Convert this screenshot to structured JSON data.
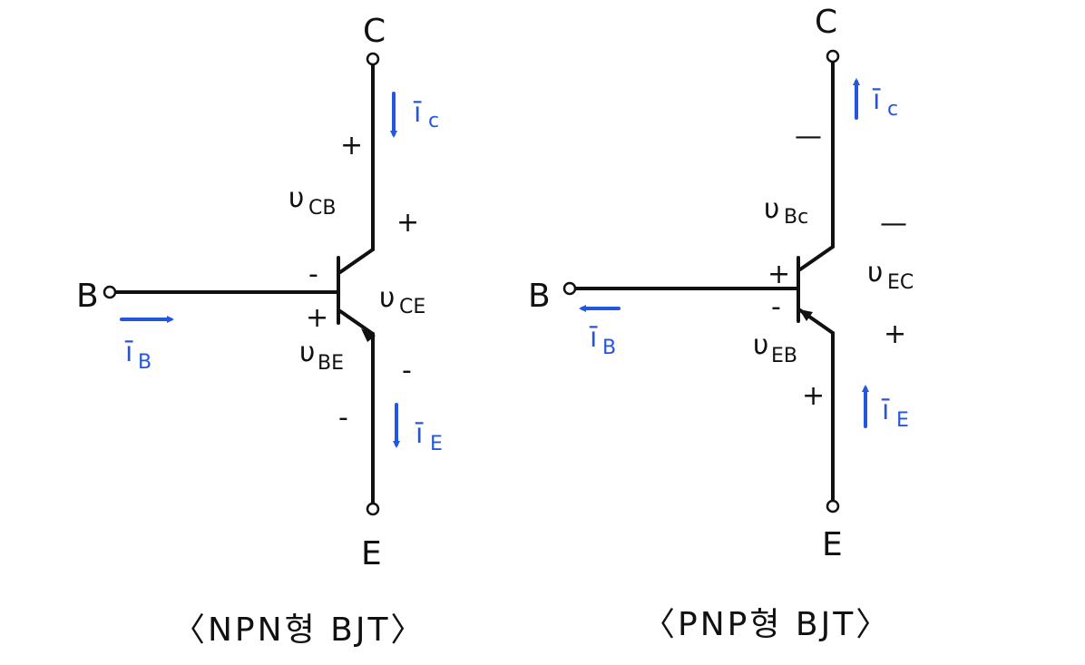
{
  "npn": {
    "collector_label": "C",
    "base_label": "B",
    "emitter_label": "E",
    "v_cb": "υ",
    "v_cb_sub": "CB",
    "v_ce": "υ",
    "v_ce_sub": "CE",
    "v_be": "υ",
    "v_be_sub": "BE",
    "i_c": "ī",
    "i_c_sub": "c",
    "i_b": "ī",
    "i_b_sub": "B",
    "i_e": "ī",
    "i_e_sub": "E",
    "sign_cb_plus": "+",
    "sign_cb_minus": "-",
    "sign_ce_plus": "+",
    "sign_ce_minus": "-",
    "sign_be_plus": "+",
    "sign_be_minus": "-",
    "caption": "〈NPN형 BJT〉"
  },
  "pnp": {
    "collector_label": "C",
    "base_label": "B",
    "emitter_label": "E",
    "v_bc": "υ",
    "v_bc_sub": "Bc",
    "v_ec": "υ",
    "v_ec_sub": "EC",
    "v_eb": "υ",
    "v_eb_sub": "EB",
    "i_c": "ī",
    "i_c_sub": "c",
    "i_b": "ī",
    "i_b_sub": "B",
    "i_e": "ī",
    "i_e_sub": "E",
    "sign_bc_minus": "—",
    "sign_bc_plus": "+",
    "sign_ec_minus": "—",
    "sign_ec_plus": "+",
    "sign_eb_minus": "-",
    "sign_eb_plus": "+",
    "caption": "〈PNP형 BJT〉"
  },
  "colors": {
    "ink": "#111111",
    "current": "#2456e0"
  }
}
